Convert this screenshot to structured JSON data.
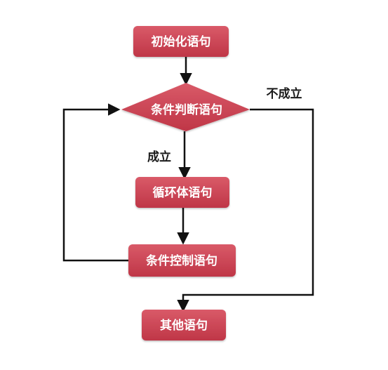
{
  "diagram": {
    "nodes": {
      "init": "初始化语句",
      "condition": "条件判断语句",
      "body": "循环体语句",
      "control": "条件控制语句",
      "other": "其他语句"
    },
    "edge_labels": {
      "true_label": "成立",
      "false_label": "不成立"
    },
    "colors": {
      "node_fill": "#c9404f",
      "node_highlight": "#d95a68",
      "line": "#111111",
      "node_text": "#ffffff"
    }
  }
}
